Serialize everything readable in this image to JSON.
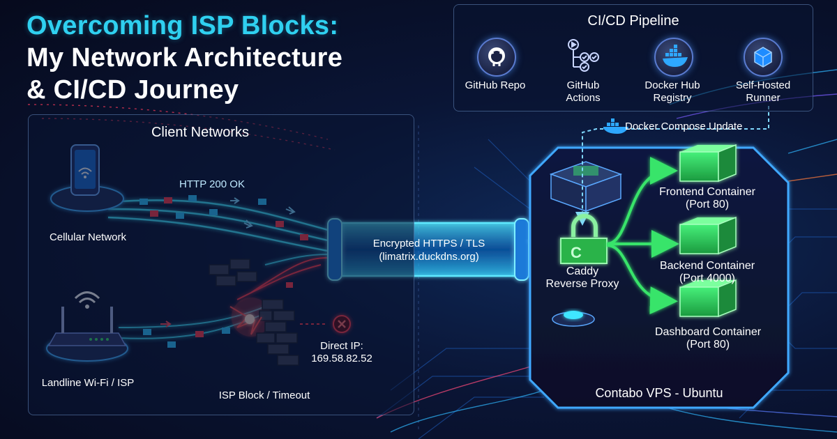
{
  "title": {
    "line1": "Overcoming ISP Blocks:",
    "line2": "My Network Architecture",
    "line3": "& CI/CD Journey"
  },
  "pipeline": {
    "title": "CI/CD Pipeline",
    "steps": [
      {
        "icon": "github-icon",
        "label1": "GitHub Repo",
        "label2": ""
      },
      {
        "icon": "workflow-icon",
        "label1": "GitHub",
        "label2": "Actions"
      },
      {
        "icon": "docker-icon",
        "label1": "Docker Hub",
        "label2": "Registry"
      },
      {
        "icon": "cube-icon",
        "label1": "Self-Hosted",
        "label2": "Runner"
      }
    ],
    "compose_update": "Docker Compose Update"
  },
  "clients": {
    "title": "Client Networks",
    "cellular": "Cellular Network",
    "landline": "Landline Wi-Fi / ISP",
    "http_ok": "HTTP 200 OK",
    "isp_block": "ISP Block / Timeout",
    "direct_ip_label": "Direct IP:",
    "direct_ip_value": "169.58.82.52"
  },
  "tunnel": {
    "line1": "Encrypted HTTPS / TLS",
    "line2": "(limatrix.duckdns.org)"
  },
  "vps": {
    "title": "Contabo VPS - Ubuntu",
    "proxy1": "Caddy",
    "proxy2": "Reverse Proxy",
    "containers": [
      {
        "name": "Frontend Container",
        "port": "(Port 80)"
      },
      {
        "name": "Backend Container",
        "port": "(Port 4000)"
      },
      {
        "name": "Dashboard Container",
        "port": "(Port 80)"
      }
    ]
  },
  "colors": {
    "accent": "#2fd0f0",
    "success": "#39e46a",
    "error": "#ff3b3b",
    "panel_border": "#7ea0dc"
  }
}
